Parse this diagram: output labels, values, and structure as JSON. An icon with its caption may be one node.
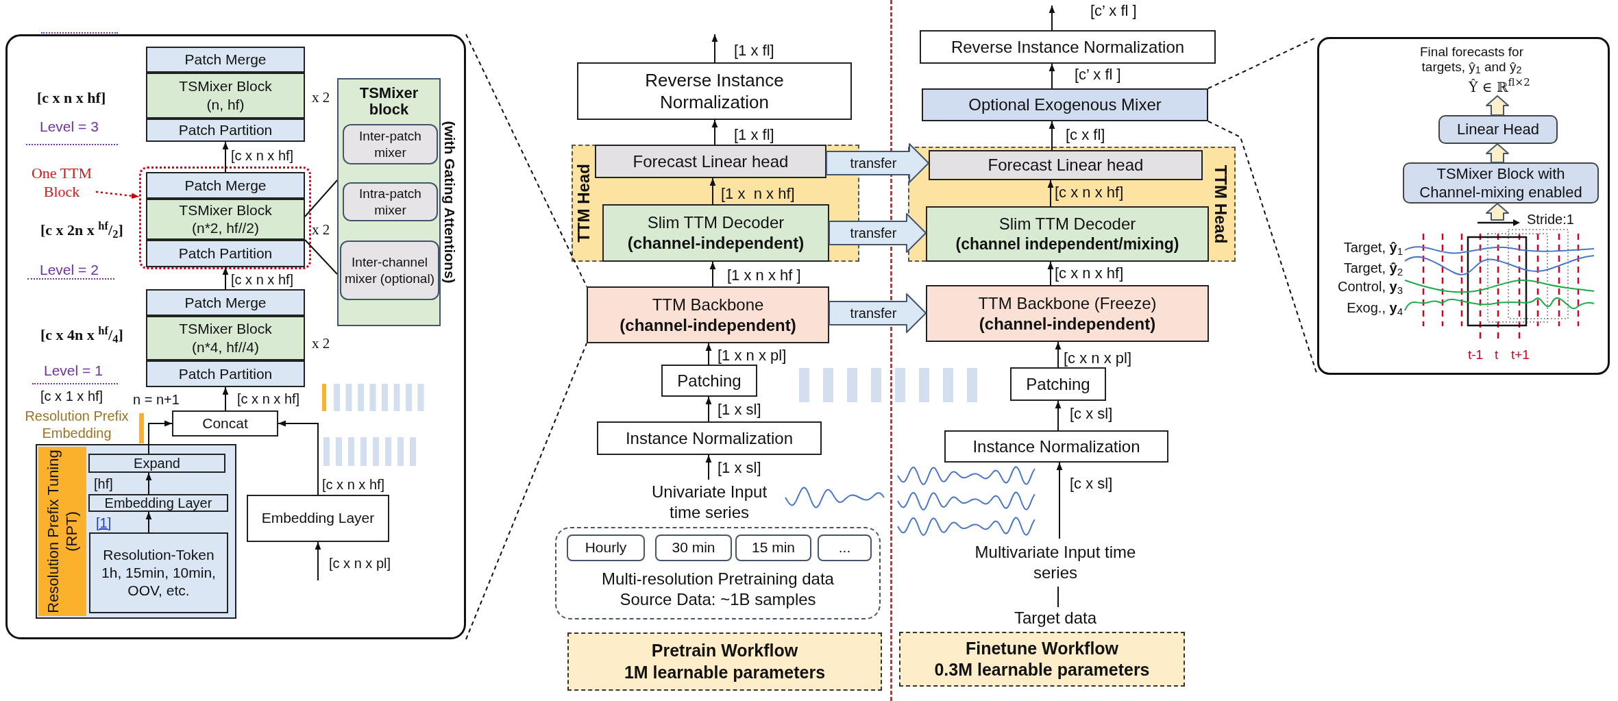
{
  "diagram": {
    "nodes": [
      {
        "text": [],
        "shape": "box"
      },
      {
        "text": [
          "Patch Merge"
        ],
        "in": 0
      },
      {
        "text": [
          "TSMixer Block",
          "(n, hf)"
        ],
        "in": 0
      },
      {
        "text": [
          "Patch Partition"
        ],
        "in": 0
      },
      {
        "text": [],
        "shape": "box",
        "in": 0
      },
      {
        "text": [
          "Patch Merge"
        ],
        "in": 4
      },
      {
        "text": [
          "TSMixer Block",
          "(n*2, hf//2)"
        ],
        "in": 4
      },
      {
        "text": [
          "Patch Partition"
        ],
        "in": 4
      },
      {
        "text": [
          "Patch Merge"
        ],
        "in": 0
      },
      {
        "text": [
          "TSMixer Block",
          "(n*4, hf//4)"
        ],
        "in": 0
      },
      {
        "text": [
          "Patch Partition"
        ],
        "in": 0
      },
      {
        "text": [
          "TSMixer block"
        ],
        "beside": [
          "(with Gating Attentions)"
        ],
        "in": 0
      },
      {
        "text": [
          "Inter-patch mixer"
        ],
        "in": 11
      },
      {
        "text": [
          "Intra-patch mixer"
        ],
        "in": 11
      },
      {
        "text": [
          "Inter-channel mixer (optional)"
        ],
        "in": 11
      },
      {
        "text": [
          "One TTM Block"
        ],
        "in": 0
      },
      {
        "text": [
          "Concat"
        ],
        "in": 0
      },
      {
        "text": [
          "Resolution Prefix Tuning (RPT)"
        ],
        "in": 0
      },
      {
        "text": [
          "Expand"
        ],
        "in": 17
      },
      {
        "text": [
          "Embedding Layer"
        ],
        "in": 17
      },
      {
        "text": [
          "Resolution-Token",
          "1h, 15min, 10min, OOV, etc."
        ],
        "in": 17
      },
      {
        "text": [
          "Embedding Layer"
        ],
        "in": 0
      },
      {
        "text": [
          "Reverse Instance Normalization"
        ]
      },
      {
        "text": [
          "TTM Head"
        ]
      },
      {
        "text": [
          "Forecast Linear head"
        ],
        "in": 23
      },
      {
        "text": [
          "Slim TTM Decoder",
          "(channel-independent)"
        ],
        "in": 23
      },
      {
        "text": [
          "TTM Backbone",
          "(channel-independent)"
        ]
      },
      {
        "text": [
          "Patching"
        ]
      },
      {
        "text": [
          "Instance Normalization"
        ]
      },
      {
        "text": [
          "Univariate Input time series"
        ]
      },
      {
        "text": [
          "Multi-resolution Pretraining data",
          "Source Data: ~1B samples"
        ]
      },
      {
        "text": [
          "Hourly"
        ],
        "in": 30
      },
      {
        "text": [
          "30 min"
        ],
        "in": 30
      },
      {
        "text": [
          "15 min"
        ],
        "in": 30
      },
      {
        "text": [
          "..."
        ],
        "in": 30
      },
      {
        "text": [
          "Pretrain Workflow",
          "1M learnable parameters"
        ]
      },
      {
        "text": [
          "Reverse Instance Normalization"
        ]
      },
      {
        "text": [
          "Optional Exogenous Mixer"
        ]
      },
      {
        "text": [
          "TTM Head"
        ]
      },
      {
        "text": [
          "Forecast Linear head"
        ],
        "in": 38
      },
      {
        "text": [
          "Slim TTM Decoder",
          "(channel independent/mixing)"
        ],
        "in": 38
      },
      {
        "text": [
          "TTM Backbone (Freeze)",
          "(channel-independent)"
        ]
      },
      {
        "text": [
          "Patching"
        ]
      },
      {
        "text": [
          "Instance Normalization"
        ]
      },
      {
        "text": [
          "Multivariate Input time series"
        ]
      },
      {
        "text": [
          "Target data"
        ]
      },
      {
        "text": [
          "Finetune Workflow",
          "0.3M learnable parameters"
        ]
      },
      {
        "text": [
          "Final forecasts for targets, ŷ$_{1}$ and ŷ$_{2}$"
        ]
      },
      {
        "text": [
          "Ŷ ∈ ℝ$^{fl×2}$"
        ],
        "in": 47
      },
      {
        "text": [
          "Linear Head"
        ],
        "in": 47
      },
      {
        "text": [
          "TSMixer Block with Channel-mixing enabled"
        ],
        "in": 47
      },
      {
        "text": [],
        "shape": "picture",
        "in": 47
      }
    ],
    "edges": [
      {
        "from": 5,
        "to": 3,
        "arrow": "to",
        "label": "[c x n x hf]"
      },
      {
        "from": 8,
        "to": 7,
        "arrow": "to",
        "label": "[c x n x hf]"
      },
      {
        "from": 16,
        "to": 10,
        "arrow": "to",
        "label": "[c x n x hf]"
      },
      {
        "from": 6,
        "to": 11,
        "arrow": "none"
      },
      {
        "from": 7,
        "to": 11,
        "arrow": "none"
      },
      {
        "from": 15,
        "to": 4,
        "arrow": "to",
        "style": "dashed",
        "color": "#cc0000"
      },
      {
        "from": 20,
        "to": 19,
        "arrow": "to",
        "label": "[1]"
      },
      {
        "from": 19,
        "to": 18,
        "arrow": "to",
        "label": "[hf]"
      },
      {
        "from": 18,
        "to": 16,
        "arrow": "to"
      },
      {
        "from": 21,
        "to": 16,
        "arrow": "to",
        "label": "[c x n x hf]"
      },
      {
        "from": null,
        "to": 21,
        "arrow": "to",
        "label": "[c x n x pl]"
      },
      {
        "from": 0,
        "to": 26,
        "arrow": "none",
        "style": "dashed"
      },
      {
        "from": 0,
        "to": 26,
        "arrow": "none",
        "style": "dashed"
      },
      {
        "from": 29,
        "to": 28,
        "arrow": "to",
        "label": "[1 x sl]"
      },
      {
        "from": 28,
        "to": 27,
        "arrow": "to",
        "label": "[1 x sl]"
      },
      {
        "from": 27,
        "to": 26,
        "arrow": "to",
        "label": "[1 x n x pl]"
      },
      {
        "from": 26,
        "to": 25,
        "arrow": "to",
        "label": "[1 x n x hf ]"
      },
      {
        "from": 25,
        "to": 24,
        "arrow": "to",
        "label": "[1 x  n x hf]"
      },
      {
        "from": 24,
        "to": 22,
        "arrow": "to",
        "label": "[1 x fl]"
      },
      {
        "from": 22,
        "to": null,
        "arrow": "to",
        "label": "[1 x fl]"
      },
      {
        "from": 24,
        "to": 39,
        "arrow": "to",
        "label": "transfer",
        "style": "thick",
        "color": "#dae8f5"
      },
      {
        "from": 25,
        "to": 40,
        "arrow": "to",
        "label": "transfer",
        "style": "thick",
        "color": "#dae8f5"
      },
      {
        "from": 26,
        "to": 41,
        "arrow": "to",
        "label": "transfer",
        "style": "thick",
        "color": "#dae8f5"
      },
      {
        "from": 45,
        "to": 44,
        "arrow": "none"
      },
      {
        "from": 44,
        "to": 43,
        "arrow": "to",
        "label": "[c x sl]"
      },
      {
        "from": 43,
        "to": 42,
        "arrow": "to",
        "label": "[c x sl]"
      },
      {
        "from": 42,
        "to": 41,
        "arrow": "to",
        "label": "[c x n x pl]"
      },
      {
        "from": 41,
        "to": 40,
        "arrow": "to",
        "label": "[c x n x hf]"
      },
      {
        "from": 40,
        "to": 39,
        "arrow": "to",
        "label": "[c x n x hf]"
      },
      {
        "from": 39,
        "to": 37,
        "arrow": "to",
        "label": "[c x fl]"
      },
      {
        "from": 37,
        "to": 36,
        "arrow": "to",
        "label": "[c’ x fl ]"
      },
      {
        "from": 36,
        "to": null,
        "arrow": "to",
        "label": "[c’ x fl ]"
      },
      {
        "from": 37,
        "to": 47,
        "arrow": "none",
        "style": "dashed"
      },
      {
        "from": 37,
        "to": 47,
        "arrow": "none",
        "style": "dashed"
      },
      {
        "from": 51,
        "to": 50,
        "arrow": "to",
        "style": "thick",
        "color": "#fdf0c8"
      },
      {
        "from": 50,
        "to": 49,
        "arrow": "to",
        "style": "thick",
        "color": "#fdf0c8"
      },
      {
        "from": 49,
        "to": 48,
        "arrow": "to",
        "style": "thick",
        "color": "#fdf0c8"
      }
    ],
    "labels": [
      "[c x n x hf]",
      "x 2",
      "Level = 3",
      "[c x 2n x $^{hf}$/$_{2}$]",
      "x 2",
      "Level = 2",
      "[c x 4n x $^{hf}$/$_{4}$]",
      "x 2",
      "Level = 1",
      "[c x 1 x hf]",
      "n = n+1",
      "Resolution Prefix Embedding",
      "Stride:1",
      "Target, **ŷ**$_{1}$",
      "Target, **ŷ**$_{2}$",
      "Control, **y**$_{3}$",
      "Exog., **y**$_{4}$",
      "t-1",
      "t",
      "t+1"
    ]
  }
}
